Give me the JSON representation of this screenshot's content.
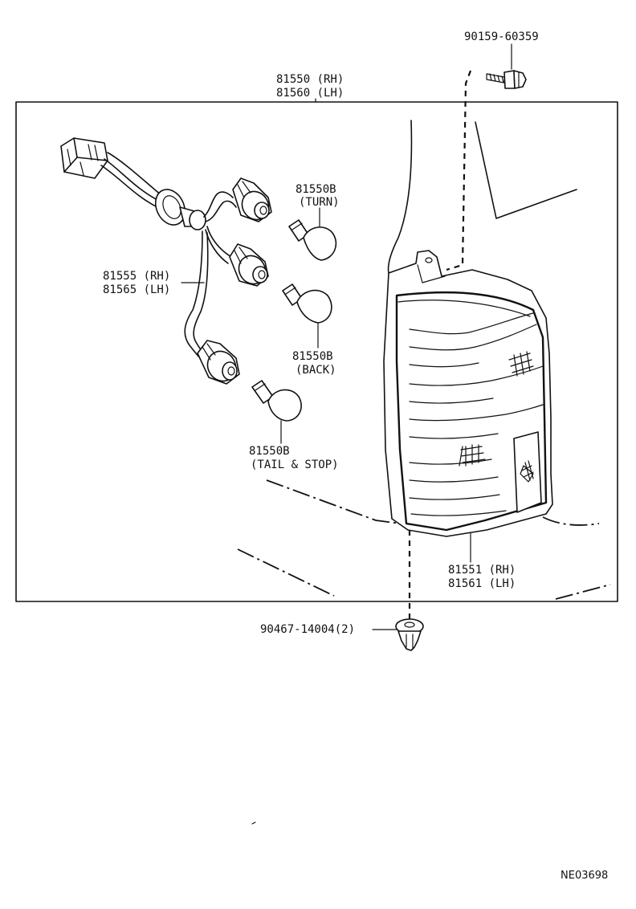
{
  "labels": {
    "bolt_part": "90159-60359",
    "assembly_rh": "81550 (RH)",
    "assembly_lh": "81560 (LH)",
    "bulb_turn_part": "81550B",
    "bulb_turn_desc": "(TURN)",
    "socket_rh": "81555 (RH)",
    "socket_lh": "81565 (LH)",
    "bulb_back_part": "81550B",
    "bulb_back_desc": "(BACK)",
    "bulb_tail_part": "81550B",
    "bulb_tail_desc": "(TAIL & STOP)",
    "lens_rh": "81551 (RH)",
    "lens_lh": "81561 (LH)",
    "clip_part": "90467-14004(2)",
    "diagram_code": "NE03698"
  }
}
